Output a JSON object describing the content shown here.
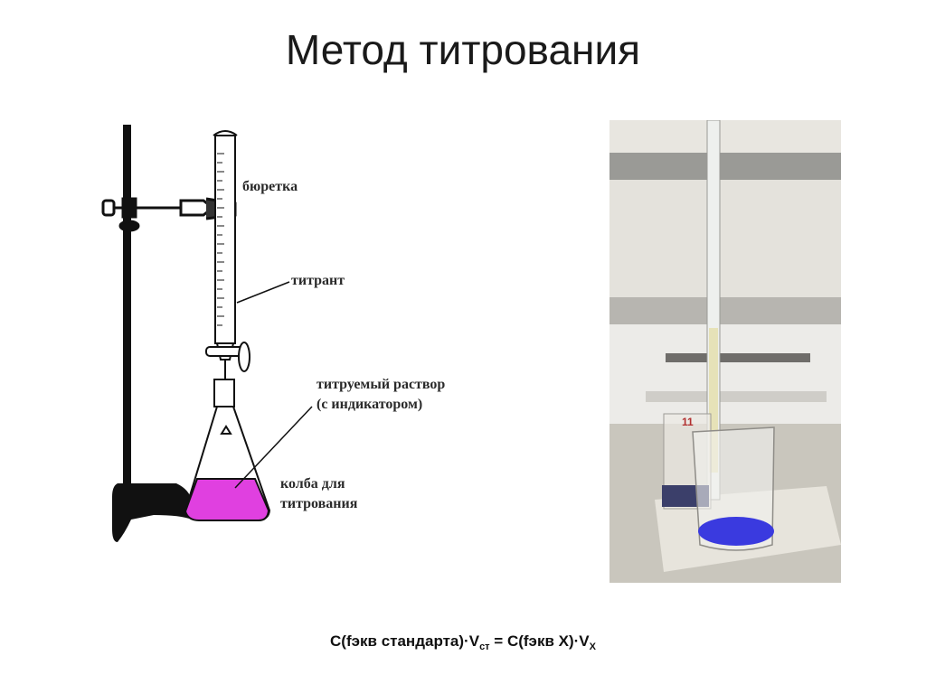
{
  "title": "Метод титрования",
  "diagram": {
    "labels": {
      "burette": "бюретка",
      "titrant": "титрант",
      "titrated_line1": "титруемый раствор",
      "titrated_line2": "(с индикатором)",
      "flask_line1": "колба для",
      "flask_line2": "титрования"
    },
    "colors": {
      "solution": "#e040e0",
      "stand": "#111111"
    }
  },
  "photo": {
    "beaker_mark": "11",
    "colors": {
      "blue_solution": "#3a3adf",
      "dark_solution": "#3b3f6a"
    }
  },
  "formula": {
    "p1": "C(fэкв стандарта)·V",
    "sub1": "ст",
    "p2": " = C(fэкв X)·V",
    "sub2": "X"
  }
}
